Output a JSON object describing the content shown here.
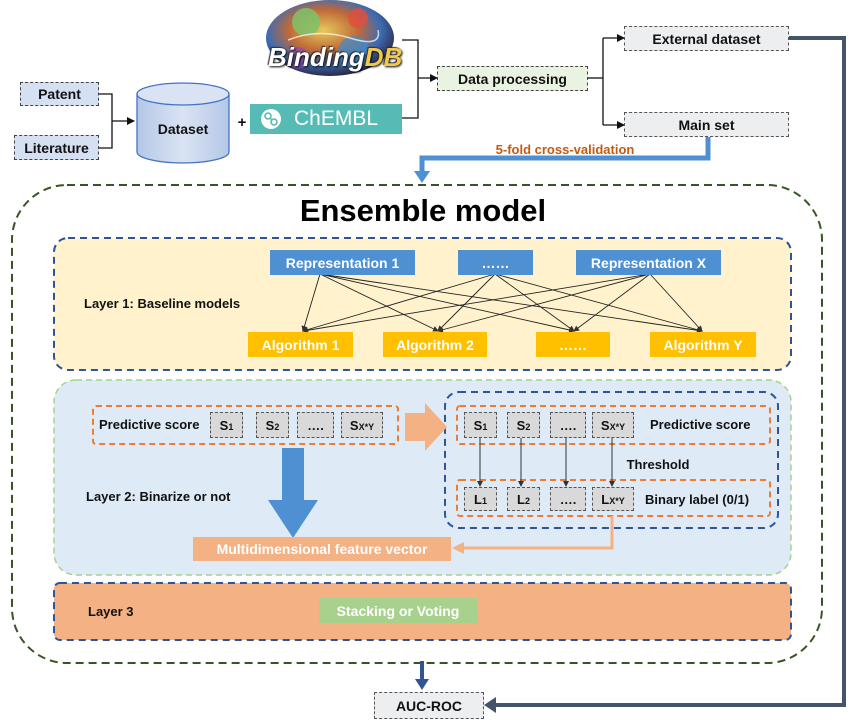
{
  "sources": {
    "patent": "Patent",
    "literature": "Literature",
    "dataset": "Dataset",
    "plus": "+"
  },
  "databases": {
    "bindingdb": "BindingDB",
    "bindingdb_part1": "Binding",
    "bindingdb_part2": "DB",
    "chembl": "ChEMBL"
  },
  "pipeline": {
    "data_processing": "Data processing",
    "external_dataset": "External dataset",
    "main_set": "Main set",
    "cv_label": "5-fold cross-validation",
    "auc": "AUC-ROC"
  },
  "ensemble": {
    "title": "Ensemble model",
    "layer1": {
      "label": "Layer 1: Baseline models",
      "representations": [
        "Representation 1",
        "……",
        "Representation X"
      ],
      "algorithms": [
        "Algorithm 1",
        "Algorithm 2",
        "……",
        "Algorithm Y"
      ]
    },
    "layer2": {
      "label": "Layer 2: Binarize or not",
      "predictive_score": "Predictive score",
      "threshold": "Threshold",
      "binary_label": "Binary label (0/1)",
      "s_main": [
        "S",
        "S",
        "….",
        "S"
      ],
      "s_subs": [
        "1",
        "2",
        "",
        "X*Y"
      ],
      "l_main": [
        "L",
        "L",
        "….",
        "L"
      ],
      "l_subs": [
        "1",
        "2",
        "",
        "X*Y"
      ],
      "feature_vector": "Multidimensional feature vector"
    },
    "layer3": {
      "label": "Layer 3",
      "method": "Stacking or Voting"
    }
  },
  "colors": {
    "blue_arrow": "#4e90d2",
    "dark_arrow": "#44546a",
    "orange": "#ed7d31",
    "light_orange": "#f4b183",
    "yellow": "#ffc000",
    "ensemble_border": "#375623"
  }
}
